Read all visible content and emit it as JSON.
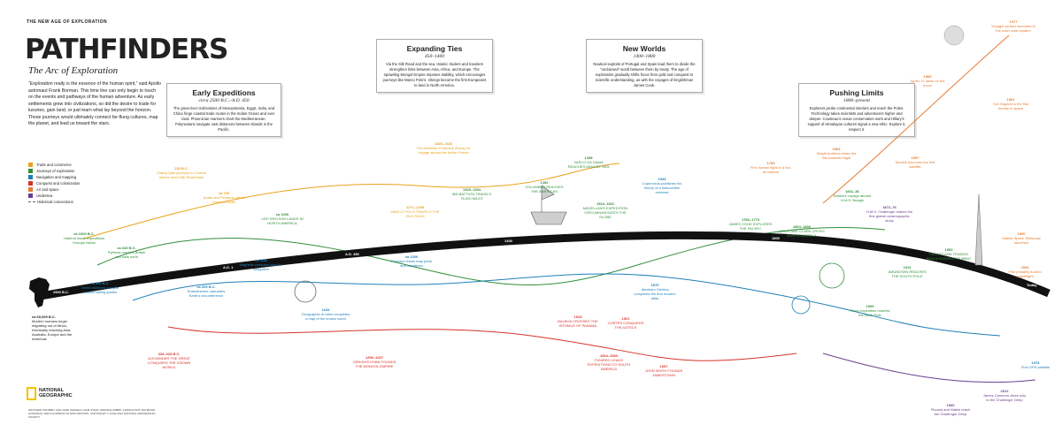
{
  "header": {
    "kicker": "THE NEW AGE OF EXPLORATION",
    "title": "PATHFINDERS",
    "subtitle": "The Arc of Exploration"
  },
  "intro": "“Exploration really is the essence of the human spirit,” said Apollo astronaut Frank Borman. This time line can only begin to touch on the events and pathways of the human adventure. As early settlements grew into civilizations, so did the desire to trade for luxuries, gain land, or just learn what lay beyond the horizon. Those journeys would ultimately connect far-flung cultures, map the planet, and lead us toward the stars.",
  "legend": [
    {
      "label": "Trade and commerce",
      "color": "#e8a21a"
    },
    {
      "label": "Journeys of exploration",
      "color": "#2f8f3a"
    },
    {
      "label": "Navigation and mapping",
      "color": "#1f7fb8"
    },
    {
      "label": "Conquest and colonization",
      "color": "#d6322a"
    },
    {
      "label": "Air and space",
      "color": "#e87a2e"
    },
    {
      "label": "Undersea",
      "color": "#6a3f8f"
    }
  ],
  "legend_connections": "Historical connections",
  "eras": [
    {
      "title": "Early Expeditions",
      "range": "circa 2500 B.C.–A.D. 450",
      "text": "The great river civilizations of Mesopotamia, Egypt, India, and China forge coastal trade routes in the Indian Ocean and over land. Phoenician mariners chart the Mediterranean. Polynesians navigate vast distances between islands in the Pacific."
    },
    {
      "title": "Expanding Ties",
      "range": "450–1400",
      "text": "Via the Silk Road and the sea, Islamic traders and travelers strengthen links between Asia, Africa, and Europe. The sprawling Mongol Empire imposes stability, which encourages journeys like Marco Polo's. Vikings become the first Europeans to land in North America."
    },
    {
      "title": "New Worlds",
      "range": "1400–1800",
      "text": "Nautical exploits of Portugal and Spain lead them to divide the “unclaimed” world between them by treaty. The age of exploration gradually shifts focus from gold and conquest to scientific understanding, as with the voyages of Englishman James Cook."
    },
    {
      "title": "Pushing Limits",
      "range": "1800–present",
      "text": "Explorers probe continental interiors and reach the Poles. Technology takes scientists and adventurers higher and deeper. Cousteau's ocean conservation work and Hillary's support of Himalayan cultures signal a new ethic: Explore it, respect it."
    }
  ],
  "timeline": {
    "ticks": [
      "2500 B.C.",
      "A.D. 1",
      "A.D. 450",
      "1400",
      "1800",
      "Today"
    ]
  },
  "events": [
    {
      "date": "ca 60,000 B.C.",
      "text": "Modern humans begin migrating out of Africa, eventually reaching Asia, Australia, Europe and the Americas",
      "color": "#222"
    },
    {
      "date": "ca 2300 B.C.",
      "text": "Harkhuf leads expeditions through Nubia",
      "color": "#2f8f3a"
    },
    {
      "date": "ca 500 B.C.",
      "text": "Greek mariners compile coastal sailing guides",
      "color": "#1f7fb8"
    },
    {
      "date": "ca 340 B.C.",
      "text": "Pytheas reaches Britain and sails north",
      "color": "#2f8f3a"
    },
    {
      "date": "334–323 B.C.",
      "text": "ALEXANDER THE GREAT CONQUERS THE KNOWN WORLD",
      "color": "#d6322a"
    },
    {
      "date": "138 B.C.",
      "text": "Zhang Qian journeys to Central Asia to open Silk Road trade",
      "color": "#e8a21a"
    },
    {
      "date": "ca 200 B.C.",
      "text": "Eratosthenes calculates Earth's circumference",
      "color": "#1f7fb8"
    },
    {
      "date": "ca 700",
      "text": "Arabs and Persians sail to China for trade",
      "color": "#e8a21a"
    },
    {
      "date": "ca 1000",
      "text": "LEIF ERICSON LANDS IN NORTH AMERICA",
      "color": "#2f8f3a"
    },
    {
      "date": "ca 1100",
      "text": "Magnetic compass used for navigation",
      "color": "#1f7fb8"
    },
    {
      "date": "1154",
      "text": "Geographer Al Idrisi completes a map of the known world",
      "color": "#1f7fb8"
    },
    {
      "date": "1206–1227",
      "text": "GENGHIS KHAN FOUNDS THE MONGOL EMPIRE",
      "color": "#d6322a"
    },
    {
      "date": "ca 1300",
      "text": "Portolan charts map ports and coastlines",
      "color": "#1f7fb8"
    },
    {
      "date": "1271–1295",
      "text": "MARCO POLO TRAVELS THE SILK ROAD",
      "color": "#e8a21a"
    },
    {
      "date": "1325–1354",
      "text": "IBN BATTUTA TRAVELS 75,000 MILES",
      "color": "#2f8f3a"
    },
    {
      "date": "1405–1433",
      "text": "The armadas of Admiral Zheng He voyage across the Indian Ocean",
      "color": "#e8a21a"
    },
    {
      "date": "1492",
      "text": "COLUMBUS REACHES THE AMERICAS",
      "color": "#2f8f3a"
    },
    {
      "date": "1498",
      "text": "VASCO DA GAMA REACHES INDIA BY SEA",
      "color": "#2f8f3a"
    },
    {
      "date": "1513",
      "text": "BALBOA CROSSES THE ISTHMUS OF PANAMA",
      "color": "#d6322a"
    },
    {
      "date": "1519–1522",
      "text": "MAGELLAN'S EXPEDITION CIRCUMNAVIGATES THE GLOBE",
      "color": "#2f8f3a"
    },
    {
      "date": "1521",
      "text": "CORTÉS CONQUERS THE AZTECS",
      "color": "#d6322a"
    },
    {
      "date": "1524–1533",
      "text": "PIZARRO LEADS EXPEDITIONS TO SOUTH AMERICA",
      "color": "#d6322a"
    },
    {
      "date": "1570",
      "text": "Abraham Ortelius completes the first modern atlas",
      "color": "#1f7fb8"
    },
    {
      "date": "1607",
      "text": "JOHN SMITH FOUNDS JAMESTOWN",
      "color": "#d6322a"
    },
    {
      "date": "1543",
      "text": "Copernicus publishes his theory of a heliocentric universe",
      "color": "#1f7fb8"
    },
    {
      "date": "1766–1779",
      "text": "JAMES COOK EXPLORES THE PACIFIC",
      "color": "#2f8f3a"
    },
    {
      "date": "1783",
      "text": "First human flight in a hot-air balloon",
      "color": "#e87a2e"
    },
    {
      "date": "1804–1806",
      "text": "LEWIS AND CLARK CROSS NORTH AMERICA",
      "color": "#2f8f3a"
    },
    {
      "date": "1831–36",
      "text": "Darwin's voyage aboard H.M.S. Beagle",
      "color": "#2f8f3a"
    },
    {
      "date": "1872–76",
      "text": "H.M.S. Challenger makes the first global oceanographic study",
      "color": "#6a3f8f"
    },
    {
      "date": "1903",
      "text": "Wright brothers make the first powered flight",
      "color": "#e87a2e"
    },
    {
      "date": "1909",
      "text": "Peary expedition reaches the North Pole",
      "color": "#2f8f3a"
    },
    {
      "date": "1911",
      "text": "AMUNDSEN REACHES THE SOUTH POLE",
      "color": "#2f8f3a"
    },
    {
      "date": "1953",
      "text": "HILLARY AND TENZING REACH EVEREST SUMMIT",
      "color": "#2f8f3a"
    },
    {
      "date": "1957",
      "text": "Sputnik becomes the first satellite",
      "color": "#e87a2e"
    },
    {
      "date": "1960",
      "text": "Piccard and Walsh reach the Challenger Deep",
      "color": "#6a3f8f"
    },
    {
      "date": "1961",
      "text": "Yuri Gagarin is the first human in space",
      "color": "#e87a2e"
    },
    {
      "date": "1969",
      "text": "Apollo 11 lands on the moon",
      "color": "#e87a2e"
    },
    {
      "date": "1977",
      "text": "Voyager probes launched to the outer solar system",
      "color": "#e87a2e"
    },
    {
      "date": "1978",
      "text": "First GPS satellite",
      "color": "#1f7fb8"
    },
    {
      "date": "1990",
      "text": "Hubble Space Telescope launched",
      "color": "#e87a2e"
    },
    {
      "date": "2004",
      "text": "First privately funded spaceflight",
      "color": "#e87a2e"
    },
    {
      "date": "2012",
      "text": "James Cameron dives solo to the Challenger Deep",
      "color": "#6a3f8f"
    }
  ],
  "logo": "NATIONAL GEOGRAPHIC",
  "credits": "MATTHEW TWOMBLY AND JANE VESSELS, NGM STAFF; AMANDA HOBBS. CONSULTANT: RAYMOND HOWGEGO, ENCYCLOPEDIA OF EXPLORATION. COPYRIGHT © JUNE 2014 NATIONAL GEOGRAPHIC SOCIETY"
}
